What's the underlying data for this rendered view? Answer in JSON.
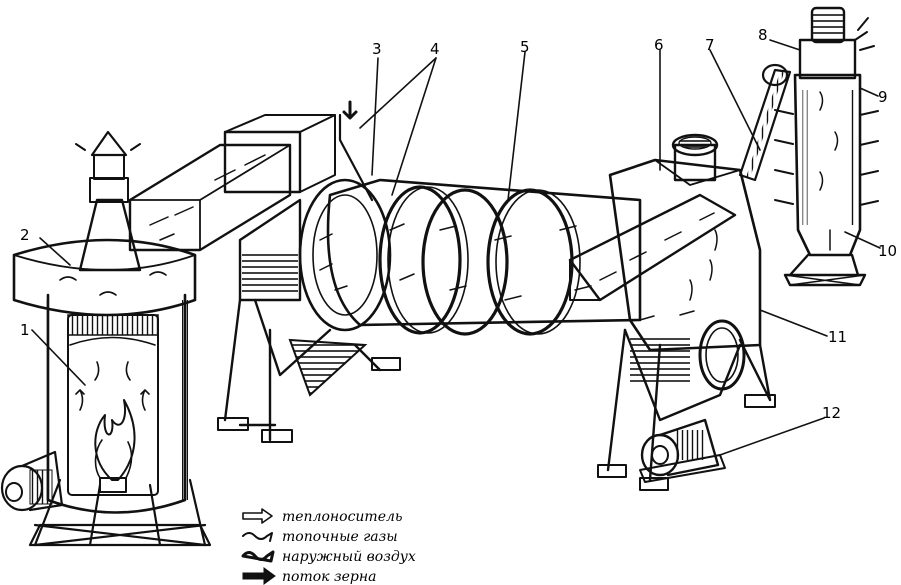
{
  "callouts": [
    "1",
    "2",
    "3",
    "4",
    "5",
    "6",
    "7",
    "8",
    "9",
    "10",
    "11",
    "12"
  ],
  "legend": [
    {
      "symbol": "hollow-arrow-icon",
      "label": "теплоноситель"
    },
    {
      "symbol": "wavy-arrow-icon",
      "label": "топочные газы"
    },
    {
      "symbol": "solid-wavy-arrow-icon",
      "label": "наружный воздух"
    },
    {
      "symbol": "bold-arrow-icon",
      "label": "поток зерна"
    }
  ],
  "colors": {
    "ink": "#111111",
    "background": "#ffffff"
  }
}
